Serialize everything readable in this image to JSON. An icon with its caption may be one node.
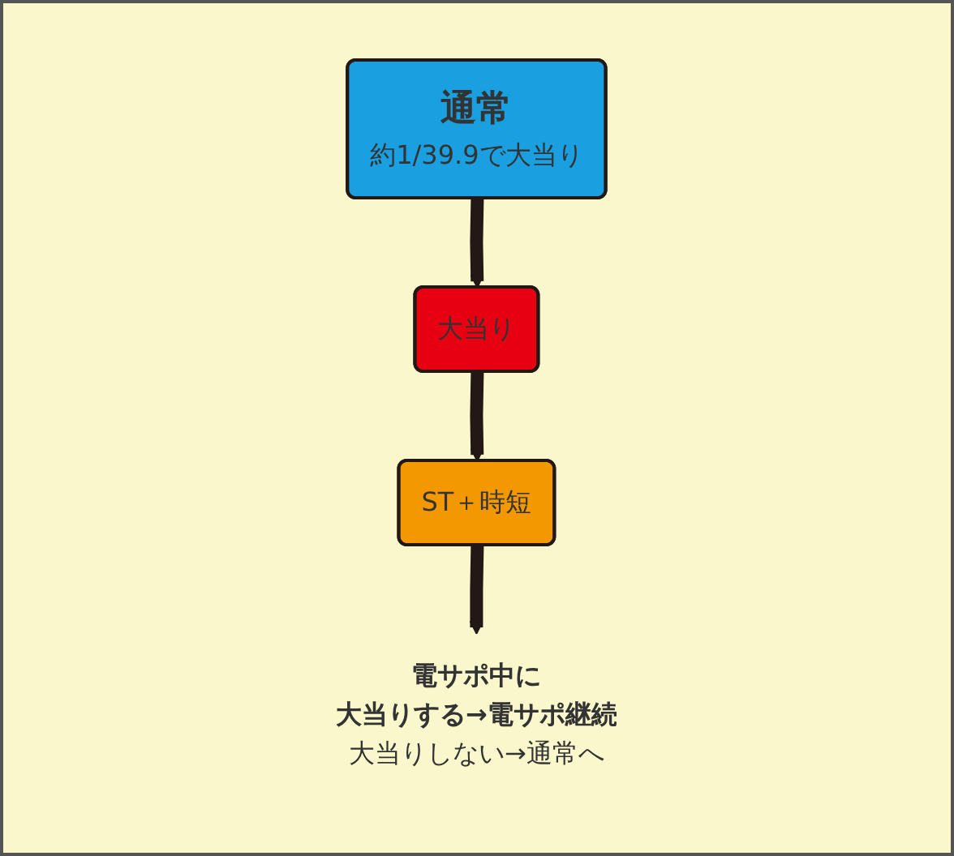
{
  "diagram": {
    "nodes": [
      {
        "text": [
          "通常",
          "約1/39.9で大当り"
        ]
      },
      {
        "text": [
          "大当り"
        ]
      },
      {
        "text": [
          "ST＋時短"
        ]
      },
      {
        "text": [
          "電サポ中に",
          "大当りする→電サポ継続",
          "大当りしない→通常へ"
        ]
      }
    ],
    "edges": [
      {
        "from": 0,
        "to": 1,
        "arrow": "to"
      },
      {
        "from": 1,
        "to": 2,
        "arrow": "to"
      },
      {
        "from": 2,
        "to": 3,
        "arrow": "to"
      }
    ]
  }
}
